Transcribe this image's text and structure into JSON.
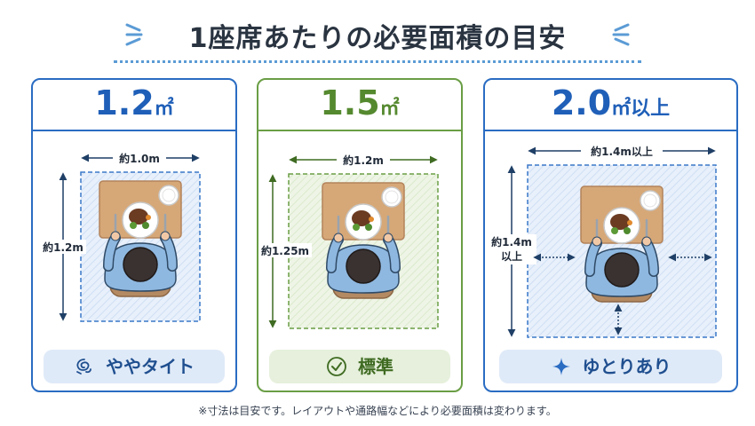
{
  "title": "1座席あたりの必要面積の目安",
  "colors": {
    "blue": "#2a6cc2",
    "green": "#6a9e45",
    "text": "#2a3441"
  },
  "cards": [
    {
      "size_value": "1.2",
      "size_unit": "㎡",
      "width_label": "約1.0m",
      "depth_label": "約1.2m",
      "badge": "ややタイト",
      "badge_icon": "tangle-icon"
    },
    {
      "size_value": "1.5",
      "size_unit": "㎡",
      "width_label": "約1.2m",
      "depth_label": "約1.25m",
      "badge": "標準",
      "badge_icon": "check-circle-icon"
    },
    {
      "size_value": "2.0",
      "size_unit": "㎡以上",
      "width_label": "約1.4m以上",
      "depth_label_1": "約1.4m",
      "depth_label_2": "以上",
      "badge": "ゆとりあり",
      "badge_icon": "sparkle-icon"
    }
  ],
  "footnote": "※寸法は目安です。レイアウトや通路幅などにより必要面積は変わります。"
}
